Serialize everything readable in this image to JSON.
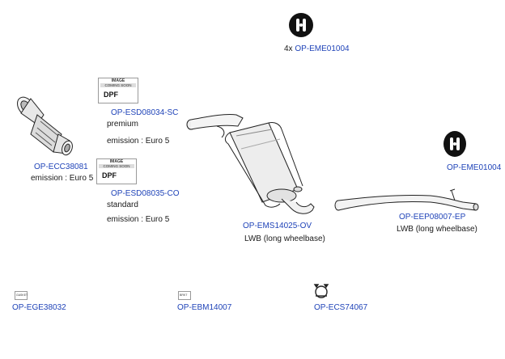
{
  "parts": [
    {
      "id": "hanger-top",
      "qty": "4x",
      "code": "OP-EME01004"
    },
    {
      "id": "hanger-right",
      "code": "OP-EME01004"
    },
    {
      "id": "dpf-premium",
      "thumb_line1": "IMAGE",
      "thumb_line2": "COMING SOON",
      "thumb_label": "DPF",
      "code": "OP-ESD08034-SC",
      "line1": "premium",
      "line2": "emission : Euro 5"
    },
    {
      "id": "dpf-standard",
      "thumb_line1": "IMAGE",
      "thumb_line2": "COMING SOON",
      "thumb_label": "DPF",
      "code": "OP-ESD08035-CO",
      "line1": "standard",
      "line2": "emission : Euro 5"
    },
    {
      "id": "catalyst",
      "code": "OP-ECC38081",
      "line1": "emission : Euro 5"
    },
    {
      "id": "rear-silencer",
      "code": "OP-EMS14025-OV",
      "line1": "LWB (long wheelbase)"
    },
    {
      "id": "end-pipe",
      "code": "OP-EEP08007-EP",
      "line1": "LWB (long wheelbase)"
    },
    {
      "id": "gasket",
      "thumb_label": "GASKET",
      "code": "OP-EGE38032"
    },
    {
      "id": "bracket",
      "thumb_label": "BRKT",
      "code": "OP-EBM14007"
    },
    {
      "id": "clamp",
      "code": "OP-ECS74067"
    }
  ]
}
